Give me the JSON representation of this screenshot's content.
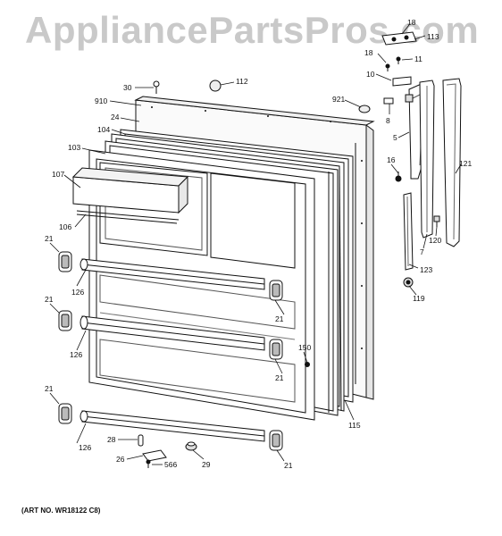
{
  "watermark": "AppliancePartsPros.com",
  "caption": "(ART NO. WR18122 C8)",
  "callouts": [
    {
      "id": "c1",
      "text": "18"
    },
    {
      "id": "c2",
      "text": "113"
    },
    {
      "id": "c3",
      "text": "18"
    },
    {
      "id": "c4",
      "text": "11"
    },
    {
      "id": "c5",
      "text": "10"
    },
    {
      "id": "c6",
      "text": "921"
    },
    {
      "id": "c7",
      "text": "8"
    },
    {
      "id": "c8",
      "text": "5"
    },
    {
      "id": "c9",
      "text": "16"
    },
    {
      "id": "c10",
      "text": "121"
    },
    {
      "id": "c11",
      "text": "120"
    },
    {
      "id": "c12",
      "text": "7"
    },
    {
      "id": "c13",
      "text": "123"
    },
    {
      "id": "c14",
      "text": "119"
    },
    {
      "id": "c15",
      "text": "30"
    },
    {
      "id": "c16",
      "text": "112"
    },
    {
      "id": "c17",
      "text": "910"
    },
    {
      "id": "c18",
      "text": "24"
    },
    {
      "id": "c19",
      "text": "104"
    },
    {
      "id": "c20",
      "text": "103"
    },
    {
      "id": "c21",
      "text": "107"
    },
    {
      "id": "c22",
      "text": "106"
    },
    {
      "id": "c23",
      "text": "21"
    },
    {
      "id": "c24",
      "text": "126"
    },
    {
      "id": "c25",
      "text": "21"
    },
    {
      "id": "c26",
      "text": "21"
    },
    {
      "id": "c27",
      "text": "126"
    },
    {
      "id": "c28",
      "text": "150"
    },
    {
      "id": "c29",
      "text": "21"
    },
    {
      "id": "c30",
      "text": "21"
    },
    {
      "id": "c31",
      "text": "126"
    },
    {
      "id": "c32",
      "text": "28"
    },
    {
      "id": "c33",
      "text": "26"
    },
    {
      "id": "c34",
      "text": "566"
    },
    {
      "id": "c35",
      "text": "29"
    },
    {
      "id": "c36",
      "text": "21"
    },
    {
      "id": "c37",
      "text": "115"
    }
  ]
}
